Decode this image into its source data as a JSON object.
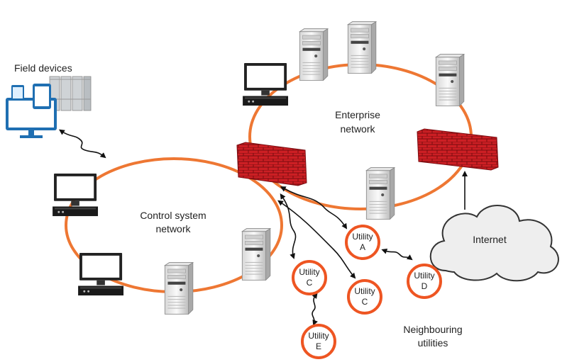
{
  "colors": {
    "ring": "#ee7733",
    "firewall": "#cc1f24",
    "brick_line": "#7a0c10",
    "utility_ring": "#ee5522",
    "cloud_fill": "#eeeeee",
    "arrow": "#111111"
  },
  "labels": {
    "field_devices": "Field devices",
    "enterprise_network": [
      "Enterprise",
      "network"
    ],
    "control_network": [
      "Control system",
      "network"
    ],
    "internet": "Internet",
    "neighbouring": [
      "Neighbouring",
      "utilities"
    ]
  },
  "utilities": [
    {
      "word": "Utility",
      "letter": "A"
    },
    {
      "word": "Utility",
      "letter": "C"
    },
    {
      "word": "Utility",
      "letter": "C"
    },
    {
      "word": "Utility",
      "letter": "D"
    },
    {
      "word": "Utility",
      "letter": "E"
    }
  ],
  "icons": {
    "server": "server-icon",
    "workstation": "workstation-icon",
    "firewall": "firewall-icon",
    "cloud": "cloud-icon",
    "field_devices": "field-devices-icon"
  }
}
